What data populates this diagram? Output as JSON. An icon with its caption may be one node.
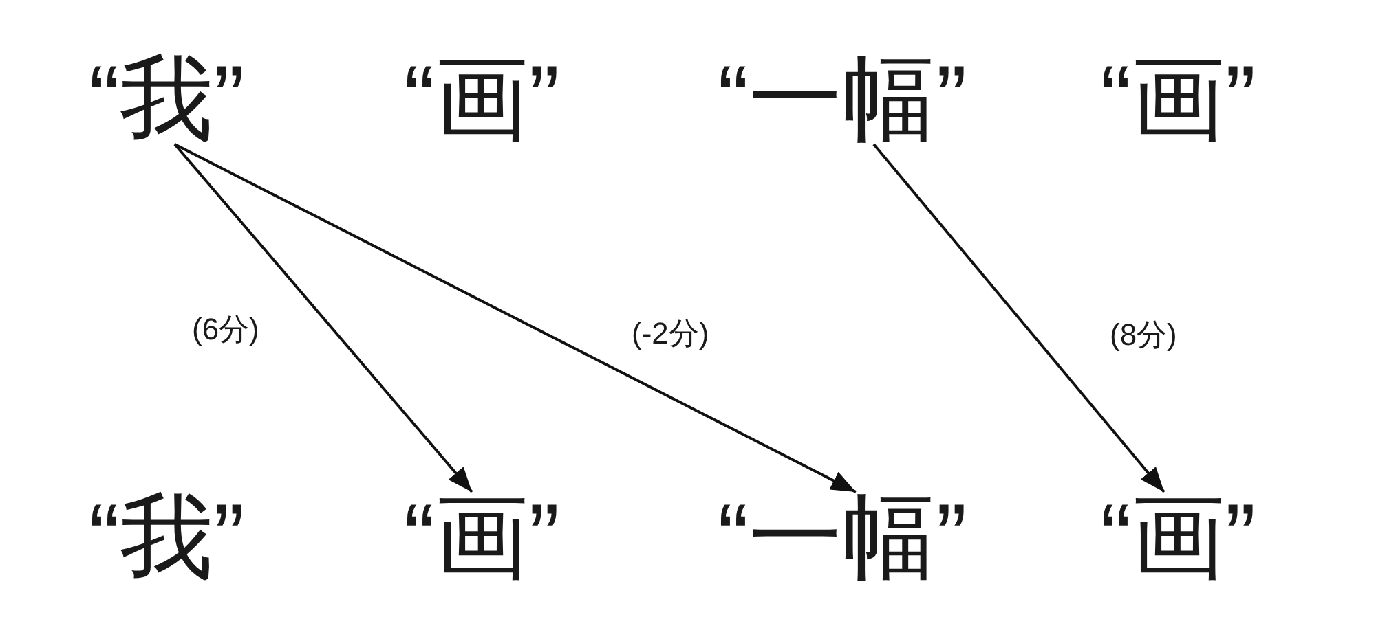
{
  "diagram": {
    "nodes": [
      {
        "text": [
          "“我”"
        ]
      },
      {
        "text": [
          "“画”"
        ]
      },
      {
        "text": [
          "“一幅”"
        ]
      },
      {
        "text": [
          "“画”"
        ]
      },
      {
        "text": [
          "“我”"
        ]
      },
      {
        "text": [
          "“画”"
        ]
      },
      {
        "text": [
          "“一幅”"
        ]
      },
      {
        "text": [
          "“画”"
        ]
      }
    ],
    "edges": [
      {
        "from": 0,
        "to": 5,
        "arrow": "to",
        "label": "(6分)"
      },
      {
        "from": 0,
        "to": 6,
        "arrow": "to",
        "label": "(-2分)"
      },
      {
        "from": 2,
        "to": 7,
        "arrow": "to",
        "label": "(8分)"
      }
    ]
  }
}
